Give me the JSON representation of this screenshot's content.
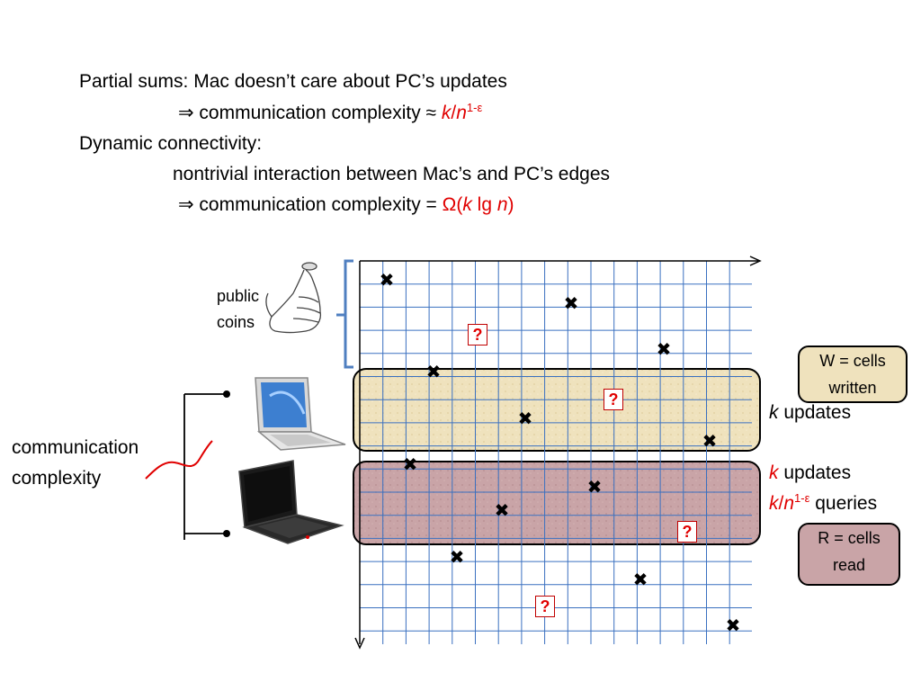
{
  "header": {
    "line1": "Partial sums: Mac doesn’t care about PC’s updates",
    "line2_prefix": "⇒ communication complexity ≈ ",
    "line2_k": "k",
    "line2_slash": "/",
    "line2_n": "n",
    "line2_exp": "1-ε",
    "line3": "Dynamic connectivity:",
    "line4": "nontrivial interaction between Mac’s and PC’s edges",
    "line5_prefix": "⇒ communication complexity = ",
    "line5_omega": "Ω(",
    "line5_k": "k",
    "line5_lg": " lg ",
    "line5_n": "n",
    "line5_close": ")"
  },
  "labels": {
    "public_coins_1": "public",
    "public_coins_2": "coins",
    "comm_1": "communication",
    "comm_2": "complexity",
    "k_updates_1_k": "k",
    "k_updates_1_text": " updates",
    "k_updates_2_k": "k",
    "k_updates_2_text": " updates",
    "queries_k": "k",
    "queries_slash": "/",
    "queries_n": "n",
    "queries_exp": "1-ε",
    "queries_text": " queries"
  },
  "boxes": {
    "written_1": "W = cells",
    "written_2": "written",
    "read_1": "R = cells",
    "read_2": "read"
  },
  "markers": {
    "question": "?",
    "cross": "✖"
  },
  "colors": {
    "grid": "#3a70c0",
    "accent_red": "#e00000",
    "band_updates": "#efe2bd",
    "band_queries": "#c9a4a7",
    "bracket": "#4f7fc0"
  }
}
